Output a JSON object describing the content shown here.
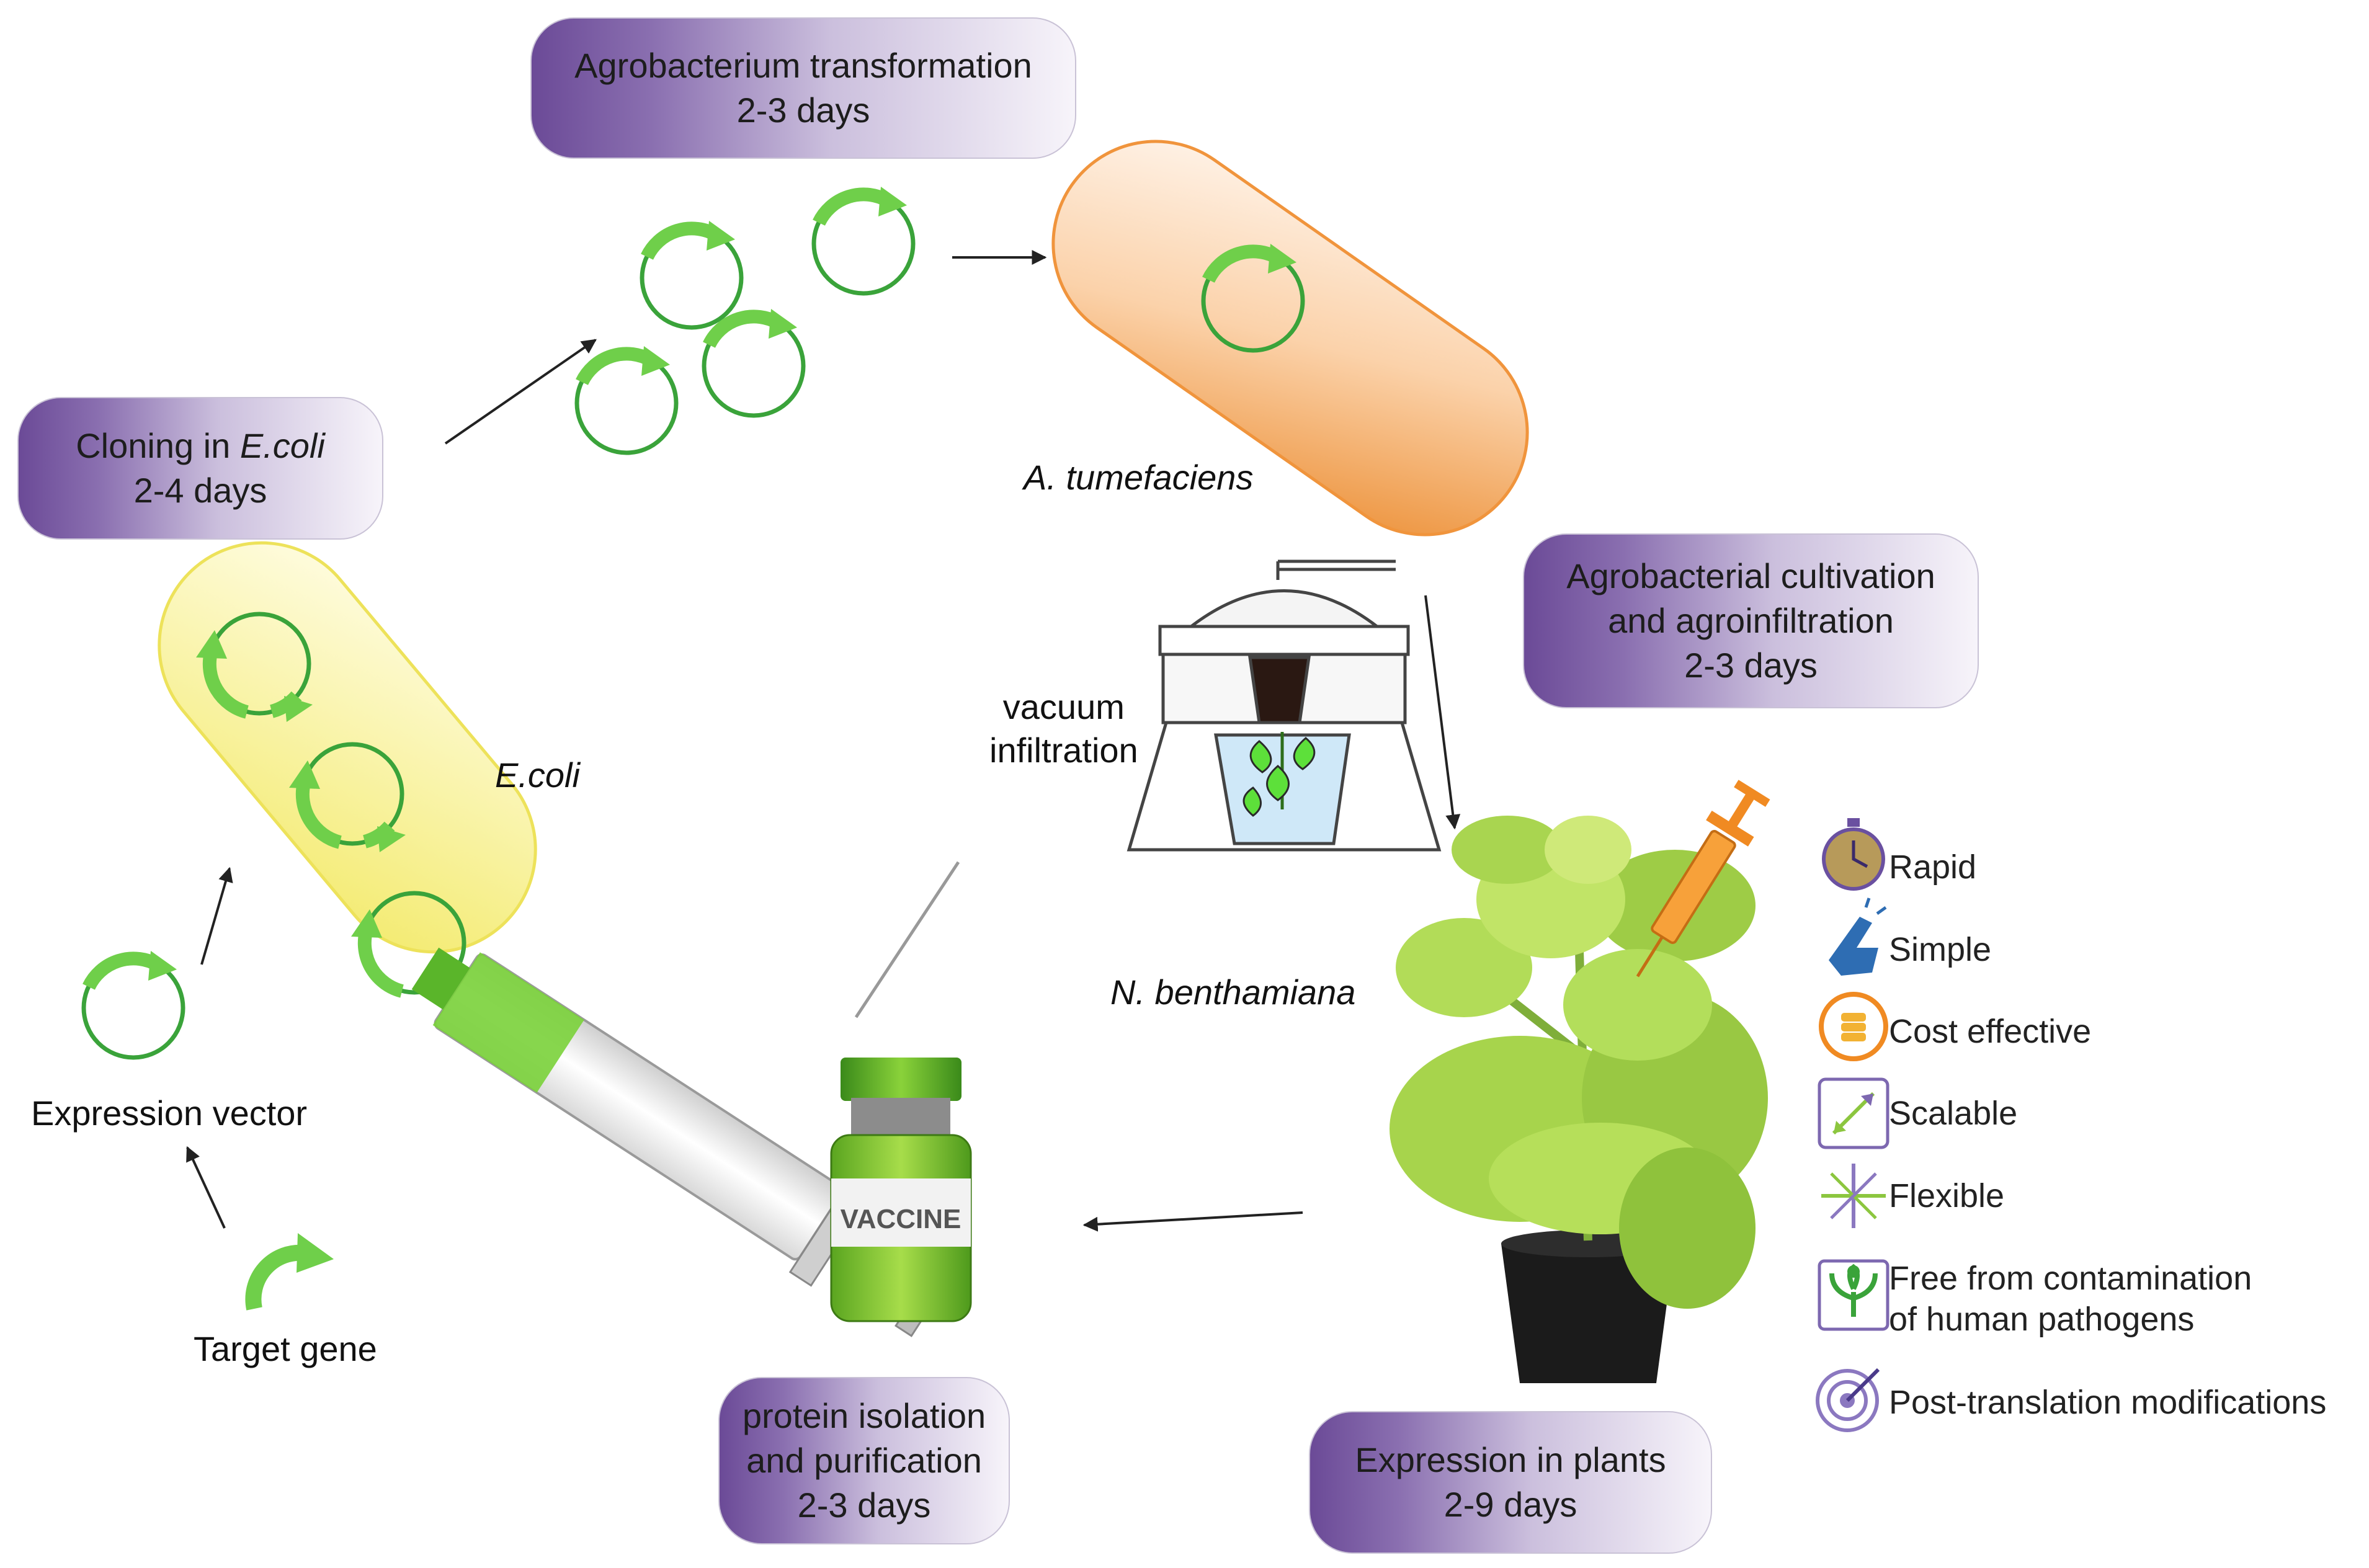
{
  "steps": {
    "agrobacterium_transformation": {
      "line1": "Agrobacterium transformation",
      "line2": "2-3 days"
    },
    "cloning": {
      "line1_prefix": "Cloning in ",
      "line1_italic": "E.coli",
      "line2": "2-4 days"
    },
    "agro_cultivation": {
      "line1": "Agrobacterial cultivation",
      "line2": "and agroinfiltration",
      "line3": "2-3 days"
    },
    "expression_plants": {
      "line1": "Expression in plants",
      "line2": "2-9 days"
    },
    "protein_isolation": {
      "line1": "protein isolation",
      "line2": "and purification",
      "line3": "2-3 days"
    }
  },
  "labels": {
    "a_tumefaciens": "A. tumefaciens",
    "e_coli": "E.coli",
    "n_benthamiana": "N. benthamiana",
    "vacuum_line1": "vacuum",
    "vacuum_line2": "infiltration",
    "expression_vector": "Expression vector",
    "target_gene": "Target gene",
    "vaccine": "VACCINE"
  },
  "advantages": [
    {
      "label": "Rapid",
      "icon": "stopwatch-icon"
    },
    {
      "label": "Simple",
      "icon": "hand-tap-icon"
    },
    {
      "label": "Cost effective",
      "icon": "coins-icon"
    },
    {
      "label": "Scalable",
      "icon": "scale-arrow-icon"
    },
    {
      "label": "Flexible",
      "icon": "multi-arrow-icon"
    },
    {
      "label": "Free from contamination",
      "label2": "of human pathogens",
      "icon": "shield-plant-icon"
    },
    {
      "label": "Post-translation modifications",
      "icon": "target-icon"
    }
  ],
  "colors": {
    "pill_dark": "#6b4a97",
    "plasmid_green": "#4db848",
    "ecoli_yellow": "#f5ef7a",
    "agro_orange": "#f0943c",
    "leaf_green": "#8cc63f"
  }
}
